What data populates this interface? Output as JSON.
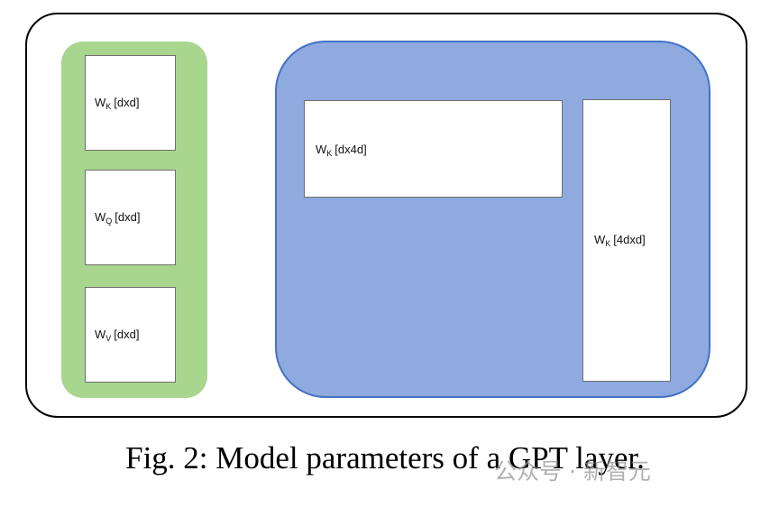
{
  "diagram": {
    "left_group": {
      "color": "#a9d68f",
      "boxes": [
        {
          "main": "W",
          "sub": "K",
          "dims": "[dxd]"
        },
        {
          "main": "W",
          "sub": "Q",
          "dims": "[dxd]"
        },
        {
          "main": "W",
          "sub": "V",
          "dims": "[dxd]"
        }
      ]
    },
    "right_group": {
      "color": "#8eaadf",
      "border_color": "#4472c4",
      "boxes": [
        {
          "main": "W",
          "sub": "K",
          "dims": "[dx4d]"
        },
        {
          "main": "W",
          "sub": "K",
          "dims": "[4dxd]"
        }
      ]
    }
  },
  "caption": "Fig. 2: Model parameters of a GPT layer.",
  "watermark": "公众号 · 新智元"
}
